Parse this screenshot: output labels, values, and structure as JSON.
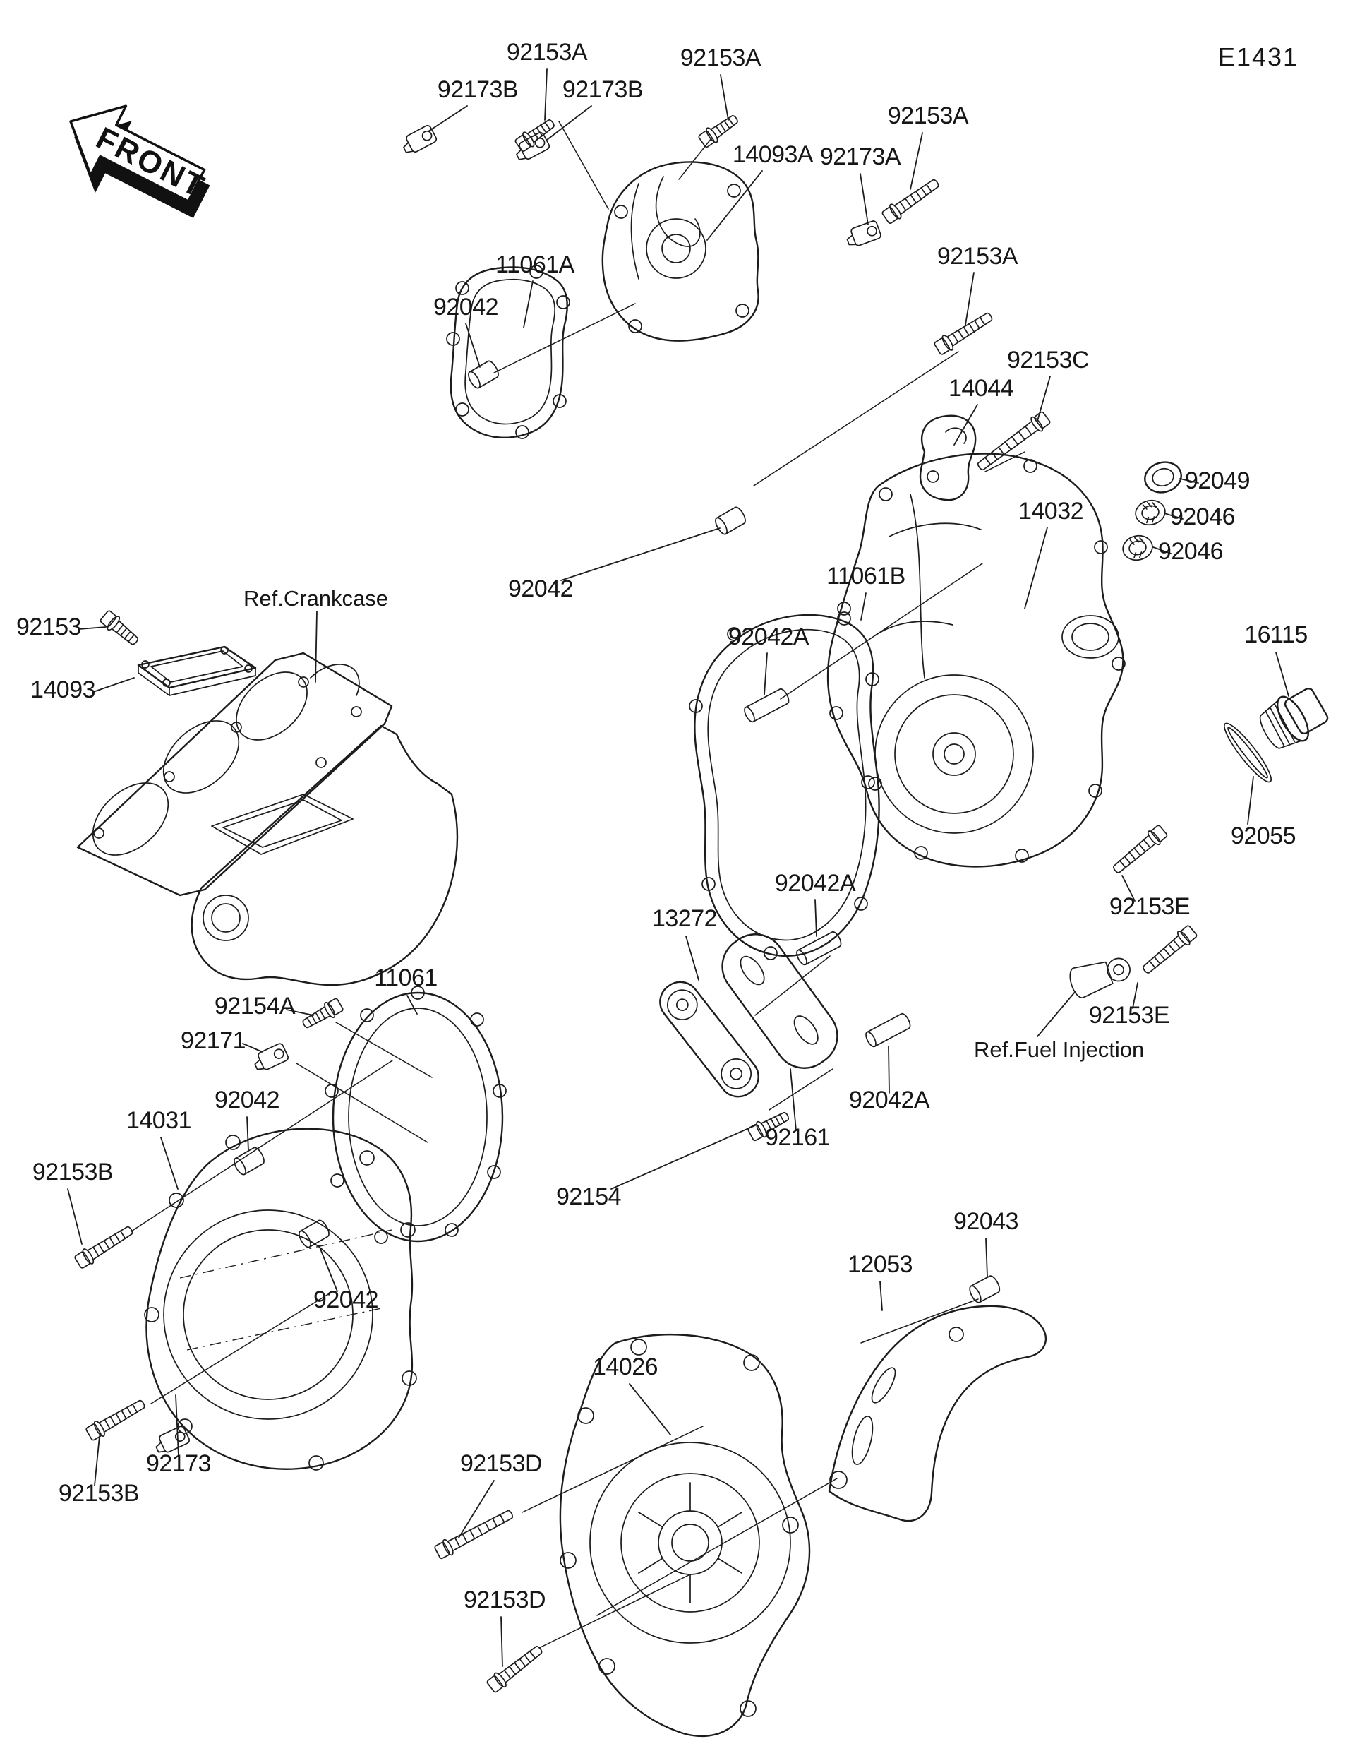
{
  "page": {
    "code": "E1431",
    "front_label": "FRONT",
    "background": "#ffffff",
    "line_color": "#1c1c1c"
  },
  "references": {
    "crankcase": "Ref.Crankcase",
    "fuel_injection": "Ref.Fuel Injection"
  },
  "callouts": [
    {
      "part": "92153A"
    },
    {
      "part": "92173B"
    },
    {
      "part": "92153A"
    },
    {
      "part": "92173B"
    },
    {
      "part": "14093A"
    },
    {
      "part": "92173A"
    },
    {
      "part": "92153A"
    },
    {
      "part": "92153A"
    },
    {
      "part": "11061A"
    },
    {
      "part": "92042"
    },
    {
      "part": "92153C"
    },
    {
      "part": "14044"
    },
    {
      "part": "92049"
    },
    {
      "part": "92046"
    },
    {
      "part": "92046"
    },
    {
      "part": "14032"
    },
    {
      "part": "92042"
    },
    {
      "part": "92153"
    },
    {
      "part": "14093"
    },
    {
      "part": "11061B"
    },
    {
      "part": "92042A"
    },
    {
      "part": "16115"
    },
    {
      "part": "92055"
    },
    {
      "part": "92153E"
    },
    {
      "part": "92042A"
    },
    {
      "part": "13272"
    },
    {
      "part": "92153E"
    },
    {
      "part": "92154A"
    },
    {
      "part": "92171"
    },
    {
      "part": "11061"
    },
    {
      "part": "92042"
    },
    {
      "part": "14031"
    },
    {
      "part": "92153B"
    },
    {
      "part": "92042A"
    },
    {
      "part": "92161"
    },
    {
      "part": "92154"
    },
    {
      "part": "92043"
    },
    {
      "part": "12053"
    },
    {
      "part": "14026"
    },
    {
      "part": "92042"
    },
    {
      "part": "92173"
    },
    {
      "part": "92153B"
    },
    {
      "part": "92153D"
    },
    {
      "part": "92153D"
    }
  ]
}
